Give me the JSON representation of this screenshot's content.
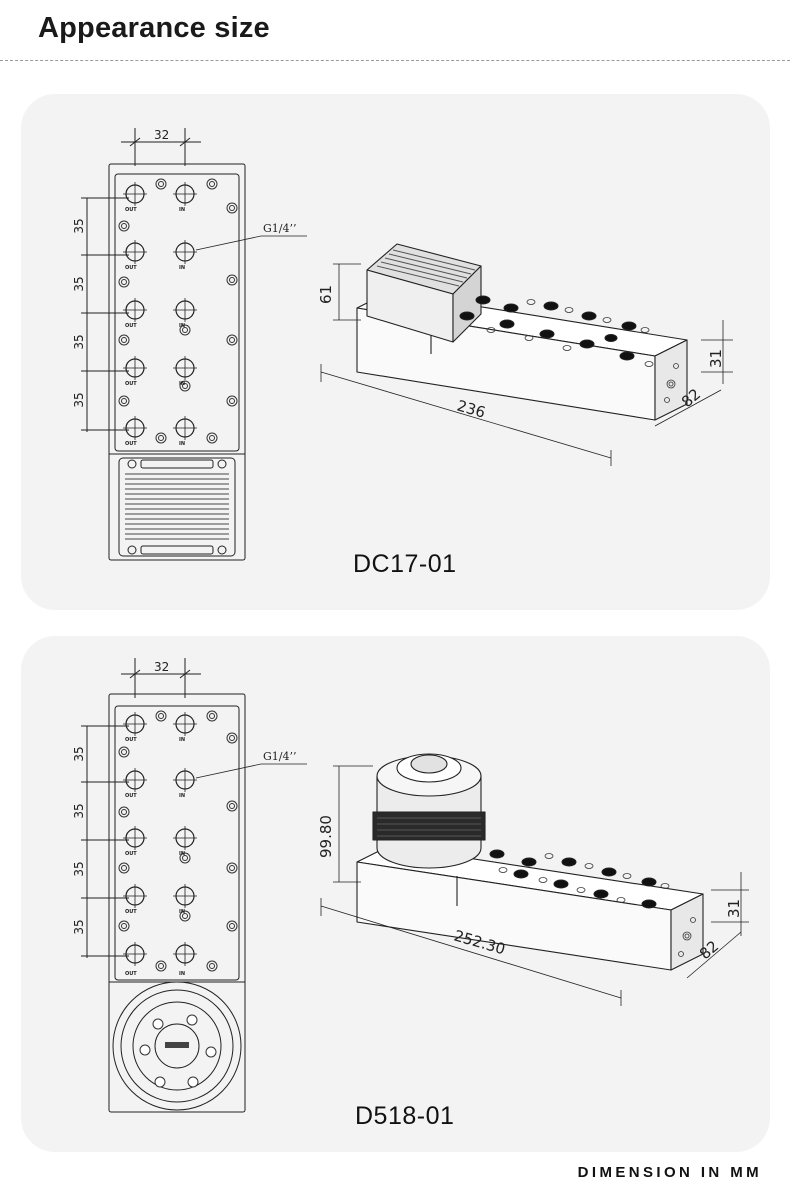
{
  "header": {
    "title": "Appearance size"
  },
  "footer": {
    "note": "DIMENSION IN MM"
  },
  "products": [
    {
      "model": "DC17-01",
      "top_view": {
        "port_spacing": "32",
        "pitch_labels": [
          "35",
          "35",
          "35",
          "35"
        ],
        "thread": "G1/4’’",
        "port_out": "OUT",
        "port_in": "IN"
      },
      "iso_view": {
        "height": "61",
        "length": "236",
        "depth": "82",
        "base_height": "31"
      }
    },
    {
      "model": "D518-01",
      "top_view": {
        "port_spacing": "32",
        "pitch_labels": [
          "35",
          "35",
          "35",
          "35"
        ],
        "thread": "G1/4’’",
        "port_out": "OUT",
        "port_in": "IN"
      },
      "iso_view": {
        "height": "99.80",
        "length": "252.30",
        "depth": "82",
        "base_height": "31"
      }
    }
  ]
}
